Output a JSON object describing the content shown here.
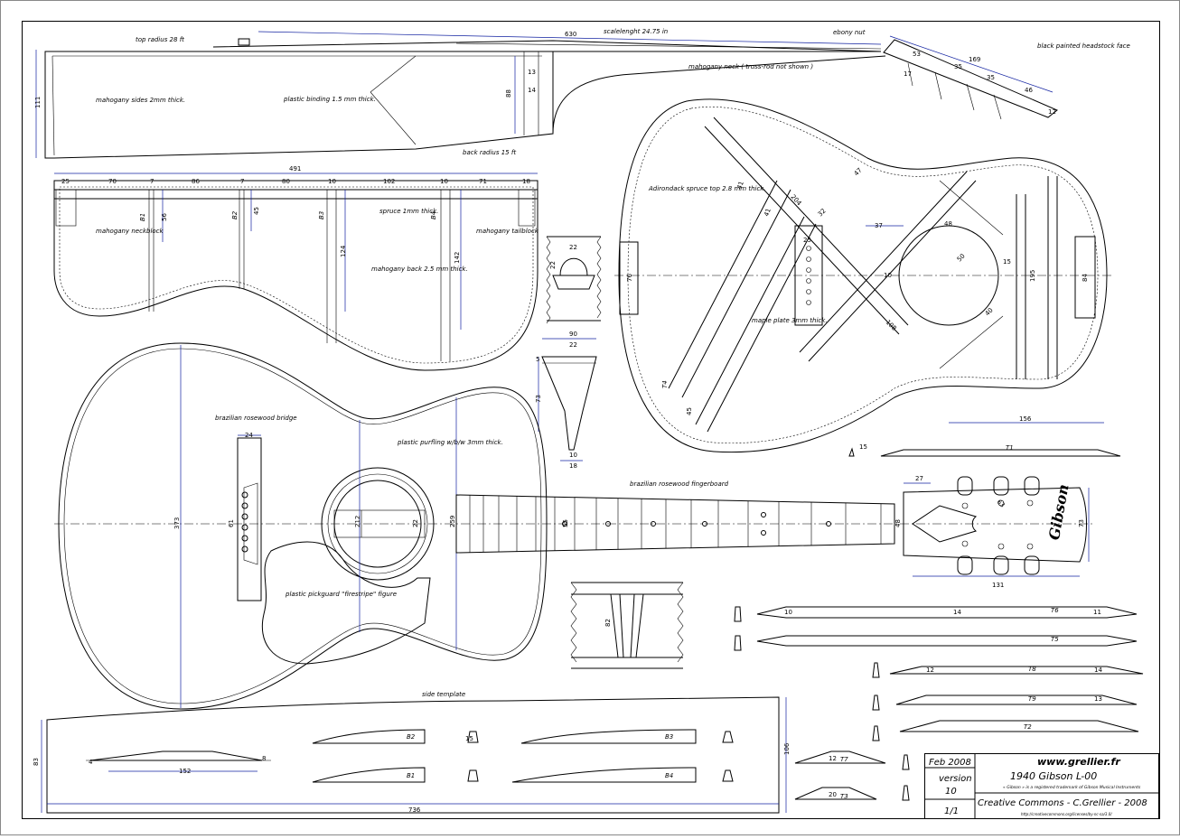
{
  "labels": {
    "top_radius": "top radius 28 ft",
    "scale_length": "scalelenght 24.75 in",
    "ebony_nut": "ebony nut",
    "headstock_face": "black painted headstock face",
    "mahogany_neck": "mahogany neck ( truss-rod not shown )",
    "mahogany_sides": "mahogany sides 2mm thick.",
    "plastic_binding": "plastic binding 1.5 mm thick.",
    "back_radius": "back radius 15 ft",
    "mahogany_neckblock": "mahogany neckblock",
    "spruce": "spruce 1mm thick.",
    "mahogany_back": "mahogany back 2.5 mm thick.",
    "mahogany_tailblock": "mahogany tailblock",
    "adirondack_top": "Adirondack spruce top 2.8 mm thick.",
    "maple_plate": "maple plate 3mm thick.",
    "brazilian_bridge": "brazilian rosewood bridge",
    "plastic_purfling": "plastic purfling w/b/w 3mm thick.",
    "plastic_pickguard": "plastic pickguard \"firestripe\" figure",
    "brazilian_fingerboard": "brazilian rosewood fingerboard",
    "side_template": "side template"
  },
  "dimensions": {
    "scale_630": "630",
    "d111": "111",
    "d88": "88",
    "d13": "13",
    "d14": "14",
    "d491": "491",
    "back_segments": [
      "25",
      "70",
      "7",
      "86",
      "7",
      "80",
      "10",
      "102",
      "10",
      "71",
      "18"
    ],
    "brace_heights": [
      "56",
      "45",
      "124",
      "142"
    ],
    "brace_names": [
      "B1",
      "B2",
      "B3",
      "B4"
    ],
    "head_dims": [
      "53",
      "35",
      "35",
      "46",
      "169",
      "17",
      "12"
    ],
    "bridge_22": "22",
    "bridge_22b": "22",
    "saddle_90": "90",
    "saddle_22": "22",
    "saddle_5": "5",
    "saddle_73": "73",
    "saddle_10": "10",
    "saddle_18": "18",
    "top_dims": [
      "204",
      "47",
      "32",
      "37",
      "25",
      "10",
      "48",
      "50",
      "15",
      "195",
      "84",
      "76",
      "108",
      "40",
      "45",
      "41",
      "41",
      "156",
      "15"
    ],
    "tone_bars": [
      "T1",
      "T2",
      "T3",
      "T4",
      "T5",
      "T6",
      "T7",
      "T8",
      "T9"
    ],
    "body_373": "373",
    "bridge_24": "24",
    "bridge_61": "61",
    "sh_212": "212",
    "sh_22": "22",
    "w_259": "259",
    "fb_55": "55",
    "fb_48": "48",
    "hs_27": "27",
    "hs_73": "73",
    "hs_131": "131",
    "hs_63": "63",
    "block_82": "82",
    "side_83": "83",
    "side_106": "106",
    "side_736": "736",
    "side_152": "152",
    "side_8": "8",
    "side_4": "4",
    "bar_dims": [
      "10",
      "14",
      "11",
      "12",
      "14",
      "13",
      "12",
      "20",
      "15"
    ]
  },
  "title_block": {
    "date": "Feb 2008",
    "website": "www.grellier.fr",
    "title": "1940 Gibson L-00",
    "trademark": "« Gibson » is a registered trademark of Gibson Musical Instruments",
    "version_label": "version",
    "version": "10",
    "license": "Creative Commons - C.Grellier - 2008",
    "sheet": "1/1",
    "license_url": "http://creativecommons.org/licenses/by-nc-sa/3.0/"
  },
  "logo": "Gibson"
}
